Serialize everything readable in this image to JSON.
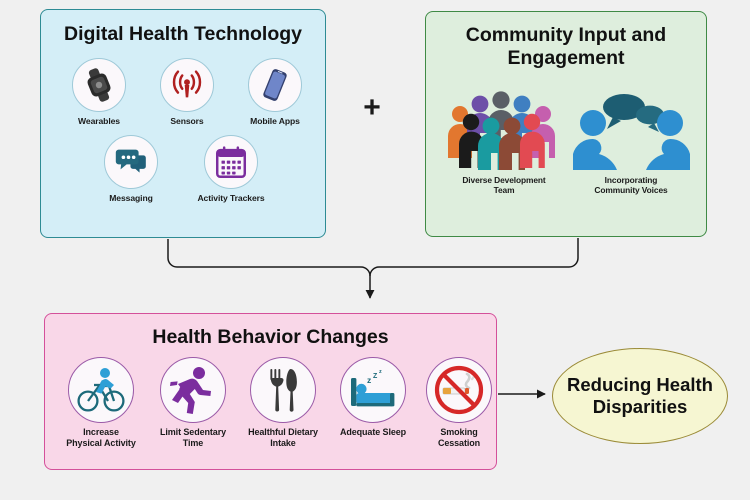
{
  "diagram": {
    "background_color": "#f0f0f0",
    "operator_plus": "+"
  },
  "panels": {
    "digital_health": {
      "title": "Digital Health Technology",
      "fill_color": "#d4eef7",
      "border_color": "#2e8b94",
      "items": [
        {
          "label": "Wearables",
          "icon": "smartwatch-icon",
          "color": "#3a3a3a"
        },
        {
          "label": "Sensors",
          "icon": "signal-antenna-icon",
          "color": "#b02020"
        },
        {
          "label": "Mobile Apps",
          "icon": "smartphone-icon",
          "color": "#5b74b8"
        },
        {
          "label": "Messaging",
          "icon": "chat-bubbles-icon",
          "color": "#20607a"
        },
        {
          "label": "Activity Trackers",
          "icon": "calendar-icon",
          "color": "#7b2d9e"
        }
      ]
    },
    "community_input": {
      "title": "Community Input and\nEngagement",
      "fill_color": "#deeedd",
      "border_color": "#3f8a45",
      "items": [
        {
          "label": "Diverse Development\nTeam",
          "icon": "diverse-group-icon",
          "color": "#c0504d"
        },
        {
          "label": "Incorporating\nCommunity Voices",
          "icon": "two-people-talking-icon",
          "color": "#2e8fd0"
        }
      ]
    },
    "health_behavior": {
      "title": "Health Behavior Changes",
      "fill_color": "#f9d7e8",
      "border_color": "#d4509a",
      "items": [
        {
          "label": "Increase\nPhysical Activity",
          "icon": "cyclist-icon",
          "color": "#2e9fd6"
        },
        {
          "label": "Limit Sedentary\nTime",
          "icon": "runner-icon",
          "color": "#7b2d9e"
        },
        {
          "label": "Healthful Dietary\nIntake",
          "icon": "fork-knife-icon",
          "color": "#3a3a3a"
        },
        {
          "label": "Adequate Sleep",
          "icon": "bed-sleep-icon",
          "color": "#2e9fd6"
        },
        {
          "label": "Smoking\nCessation",
          "icon": "no-smoking-icon",
          "color": "#d62828"
        }
      ]
    }
  },
  "outcome": {
    "label": "Reducing Health\nDisparities",
    "fill_color": "#f6f6d2",
    "border_color": "#9a8a36"
  },
  "connectors": {
    "stroke_color": "#1a1a1a",
    "flow": "Digital Health Technology + Community Input and Engagement -> Health Behavior Changes -> Reducing Health Disparities"
  }
}
